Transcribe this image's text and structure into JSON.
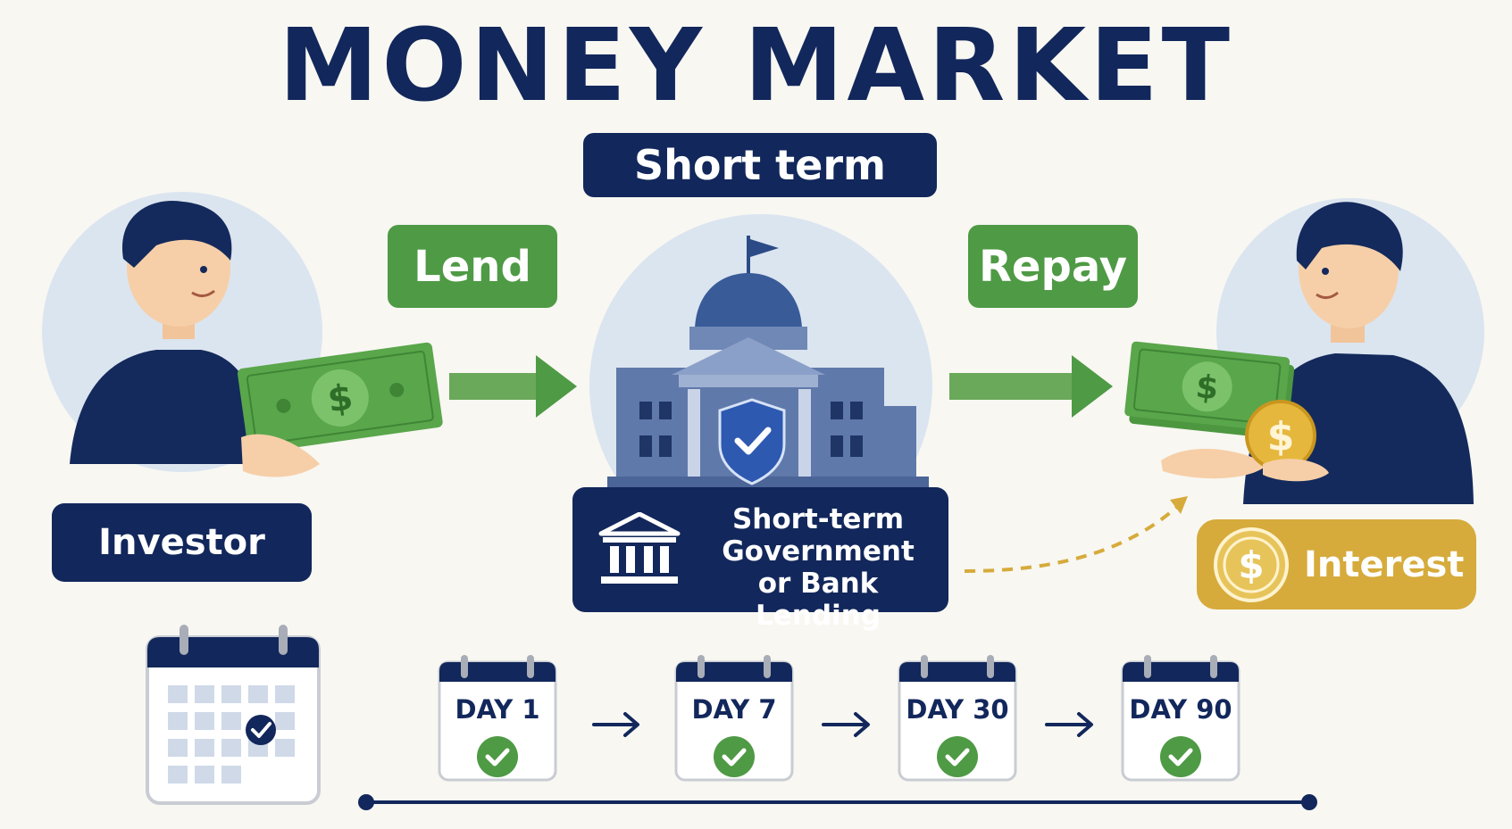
{
  "title": "MONEY MARKET",
  "subtitle": "Short term",
  "flow": {
    "lend_label": "Lend",
    "repay_label": "Repay"
  },
  "investor": {
    "label": "Investor"
  },
  "institution": {
    "lines": [
      "Short-term",
      "Government",
      "or Bank Lending"
    ]
  },
  "interest": {
    "label": "Interest",
    "coin_symbol": "$"
  },
  "timeline": {
    "days": [
      {
        "label": "DAY 1"
      },
      {
        "label": "DAY 7"
      },
      {
        "label": "DAY 30"
      },
      {
        "label": "DAY 90"
      }
    ]
  },
  "colors": {
    "navy": "#12275b",
    "green": "#4f9a45",
    "gold": "#d6ab3b",
    "light_blue": "#dbe5f0",
    "background": "#f8f7f2"
  },
  "icons": {
    "investor": "person-holding-cash-icon",
    "bank": "government-building-icon",
    "receiver": "person-receiving-cash-icon",
    "interest": "dollar-coin-icon",
    "calendar": "calendar-check-icon"
  }
}
